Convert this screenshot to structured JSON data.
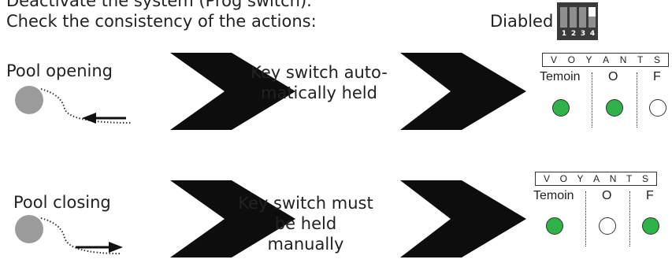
{
  "intro": {
    "line1": "Deactivate the system (Prog switch).",
    "line2": "Check the consistency of the actions:"
  },
  "dip_switch": {
    "label": "Diabled",
    "switches": [
      {
        "number": "1",
        "on": false
      },
      {
        "number": "2",
        "on": false
      },
      {
        "number": "3",
        "on": false
      },
      {
        "number": "4",
        "on": true
      }
    ]
  },
  "rows": [
    {
      "action_label": "Pool opening",
      "key_text": "Key switch auto-matically held",
      "pool_direction": "left",
      "voyants": {
        "header": [
          "V",
          "O",
          "Y",
          "A",
          "N",
          "T",
          "S"
        ],
        "columns": [
          {
            "label": "Temoin",
            "state": "on"
          },
          {
            "label": "O",
            "state": "on"
          },
          {
            "label": "F",
            "state": "off"
          }
        ]
      }
    },
    {
      "action_label": "Pool closing",
      "key_text": "Key switch must be held manually",
      "pool_direction": "right",
      "voyants": {
        "header": [
          "V",
          "O",
          "Y",
          "A",
          "N",
          "T",
          "S"
        ],
        "columns": [
          {
            "label": "Temoin",
            "state": "on"
          },
          {
            "label": "O",
            "state": "off"
          },
          {
            "label": "F",
            "state": "on"
          }
        ]
      }
    }
  ],
  "colors": {
    "led_on": "#2fb24a",
    "led_off": "#ffffff",
    "arrow": "#0d0d0d",
    "pool_disc": "#9b9b9b"
  }
}
